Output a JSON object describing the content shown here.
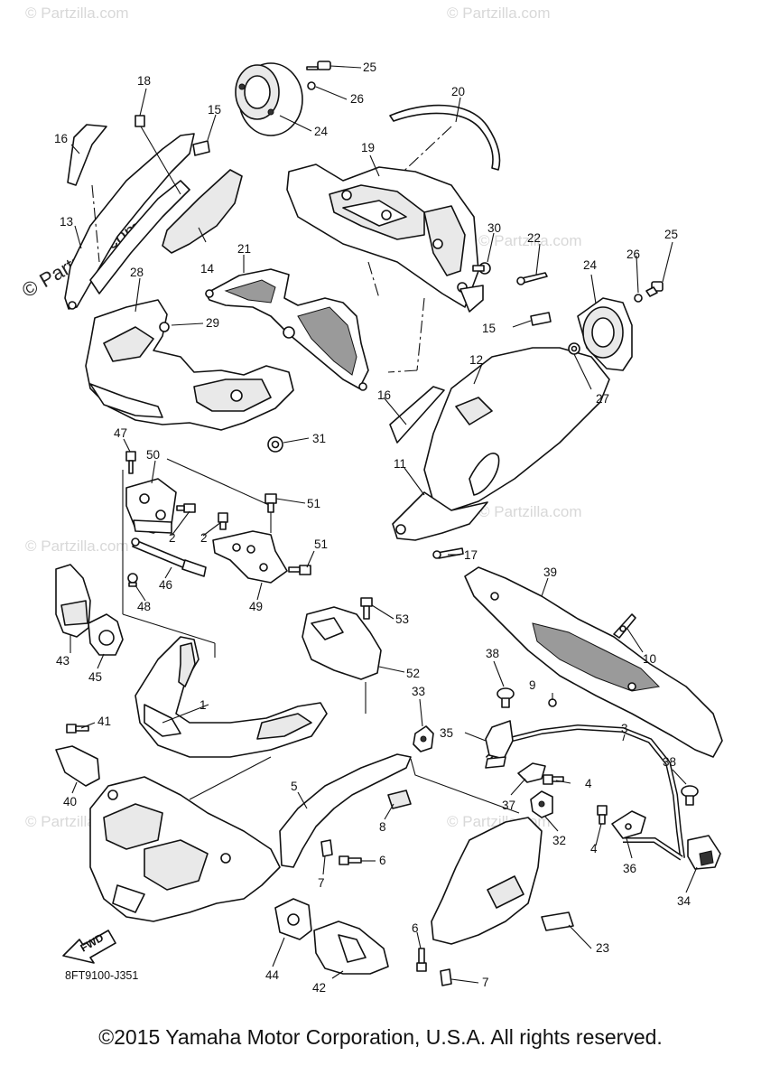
{
  "diagram": {
    "code": "8FT9100-J351",
    "fwd_label": "FWD",
    "copyright": "©2015 Yamaha Motor Corporation, U.S.A. All rights reserved.",
    "watermarks": {
      "main": "© Partzilla.com",
      "faint": "© Partzilla.com"
    },
    "callouts": [
      "1",
      "2",
      "3",
      "4",
      "5",
      "6",
      "7",
      "8",
      "9",
      "10",
      "11",
      "12",
      "13",
      "14",
      "15",
      "16",
      "17",
      "18",
      "19",
      "20",
      "21",
      "22",
      "23",
      "24",
      "25",
      "26",
      "27",
      "28",
      "29",
      "30",
      "31",
      "32",
      "33",
      "34",
      "35",
      "36",
      "37",
      "38",
      "39",
      "40",
      "41",
      "42",
      "43",
      "44",
      "45",
      "46",
      "47",
      "48",
      "49",
      "50",
      "51",
      "52",
      "53"
    ]
  }
}
